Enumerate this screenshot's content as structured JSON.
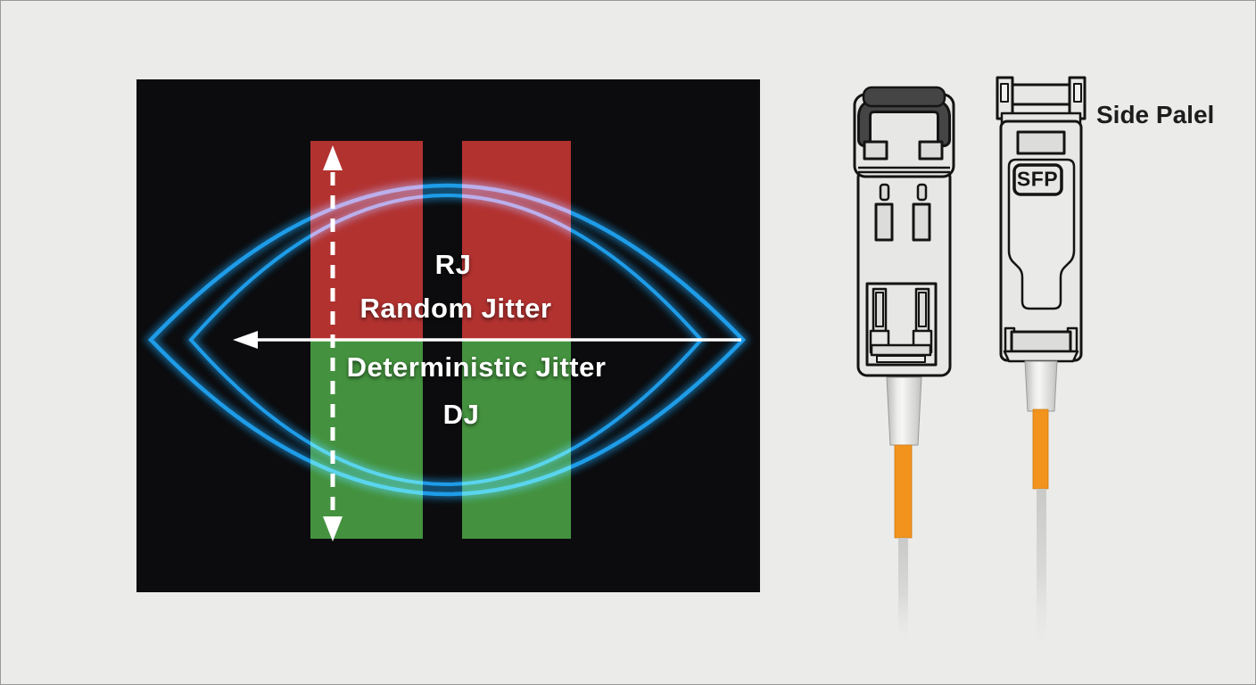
{
  "page": {
    "background": "#ebebea",
    "border_color": "#9a9a9a"
  },
  "eye_diagram": {
    "labels": {
      "rj_abbr": "RJ",
      "rj_full": "Random Jitter",
      "dj_full": "Deterministic Jitter",
      "dj_abbr": "DJ"
    },
    "colors": {
      "panel_background": "#0c0c0e",
      "red_bar": "#b23230",
      "green_bar": "#44923f",
      "eye_trace": "#1e9ce8",
      "arrow_white": "#ffffff"
    }
  },
  "transceivers": {
    "side_panel_label": "Side Palel",
    "sfp_label": "SFP",
    "colors": {
      "body_fill": "#e7e7e5",
      "outline": "#141414",
      "latch_dark": "#454545",
      "fiber_orange": "#f2931d",
      "cable_gray": "#d6d6d4"
    }
  }
}
